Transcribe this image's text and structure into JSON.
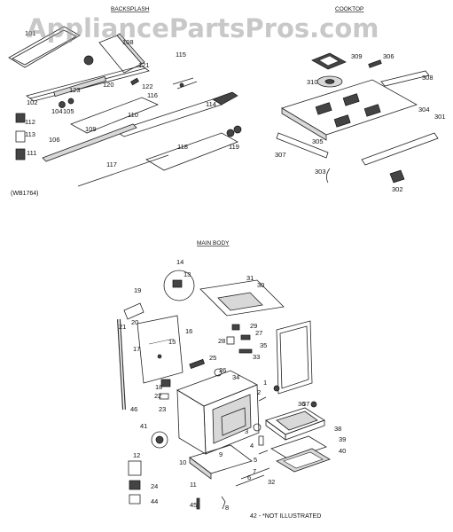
{
  "watermark": "AppliancePartsPros.com",
  "sections": {
    "backsplash": "BACKSPLASH",
    "cooktop": "COOKTOP",
    "main_body": "MAIN BODY"
  },
  "diagram_code": "(WB1764)",
  "footnote": "42 - *NOT ILLUSTRATED",
  "callouts": {
    "backsplash": [
      "101",
      "108",
      "115",
      "121",
      "102",
      "123",
      "120",
      "104",
      "105",
      "122",
      "116",
      "114",
      "113",
      "112",
      "109",
      "110",
      "111",
      "106",
      "117",
      "118",
      "119"
    ],
    "cooktop": [
      "309",
      "306",
      "308",
      "310",
      "304",
      "301",
      "305",
      "307",
      "303",
      "302"
    ],
    "main_body": [
      "14",
      "13",
      "31",
      "30",
      "19",
      "29",
      "27",
      "21",
      "20",
      "16",
      "28",
      "35",
      "33",
      "17",
      "15",
      "25",
      "26",
      "34",
      "18",
      "1",
      "22",
      "2",
      "23",
      "46",
      "37",
      "36",
      "38",
      "3",
      "41",
      "4",
      "39",
      "5",
      "40",
      "10",
      "9",
      "7",
      "6",
      "12",
      "11",
      "32",
      "24",
      "45",
      "8",
      "44"
    ]
  }
}
